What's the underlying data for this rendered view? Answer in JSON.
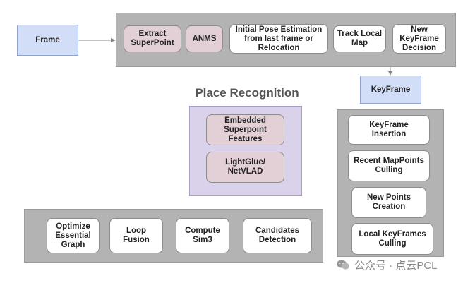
{
  "frame_label": "Frame",
  "tracking": {
    "items": [
      "Extract SuperPoint",
      "ANMS",
      "Initial Pose Estimation from last frame or Relocation",
      "Track Local Map",
      "New KeyFrame Decision"
    ]
  },
  "keyframe_label": "KeyFrame",
  "place_recognition": {
    "title": "Place Recognition",
    "items": [
      "Embedded Superpoint Features",
      "LightGlue/ NetVLAD"
    ]
  },
  "local_mapping": {
    "items": [
      "KeyFrame Insertion",
      "Recent MapPoints Culling",
      "New Points Creation",
      "Local KeyFrames Culling"
    ]
  },
  "loop_closing": {
    "items": [
      "Optimize Essential Graph",
      "Loop Fusion",
      "Compute Sim3",
      "Candidates Detection"
    ]
  },
  "watermark": "公众号 · 点云PCL",
  "colors": {
    "panel_gray": "#b3b3b3",
    "frame_blue": "#d2ddf7",
    "pink": "#e3cfd6",
    "purple": "#d9d2ea"
  }
}
